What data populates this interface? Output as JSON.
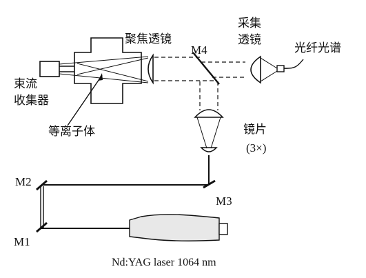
{
  "diagram": {
    "labels": {
      "focus_lens": "聚焦透镜",
      "collect_lens_line1": "采集",
      "collect_lens_line2": "透镜",
      "fiber_spectrometer": "光纤光谱",
      "beam_collector_line1": "束流",
      "beam_collector_line2": "收集器",
      "plasma": "等离子体",
      "lens": "镜片",
      "lens_mag": "(3×)",
      "m1": "M1",
      "m2": "M2",
      "m3": "M3",
      "m4": "M4",
      "laser": "Nd:YAG laser 1064 nm"
    }
  }
}
